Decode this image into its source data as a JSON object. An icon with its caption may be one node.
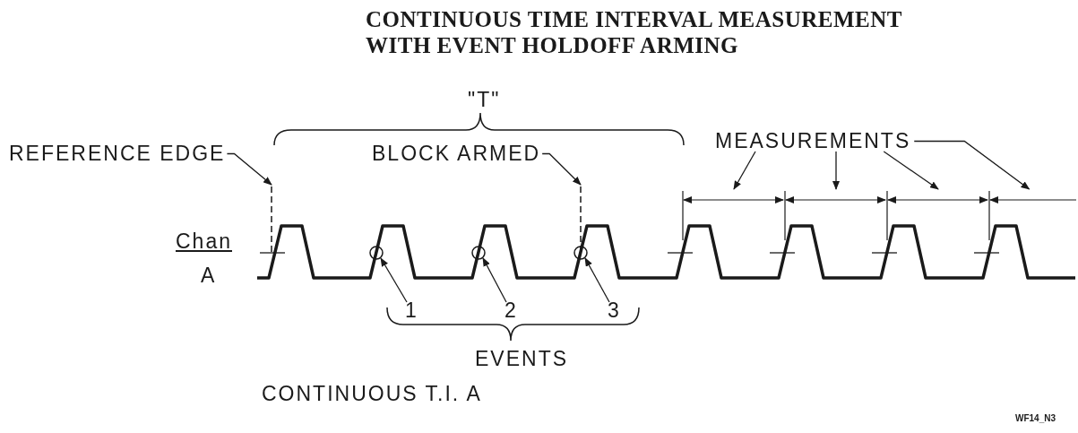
{
  "diagram": {
    "title": "CONTINUOUS TIME INTERVAL MEASUREMENT WITH EVENT HOLDOFF ARMING",
    "caption": "CONTINUOUS T.I. A",
    "nodes": [
      {
        "text": [
          "REFERENCE EDGE"
        ]
      },
      {
        "text": [],
        "shape": "line"
      },
      {
        "text": [
          "BLOCK ARMED"
        ]
      },
      {
        "text": [],
        "shape": "line"
      },
      {
        "text": [
          "1"
        ]
      },
      {
        "text": [],
        "shape": "circle"
      },
      {
        "text": [
          "2"
        ]
      },
      {
        "text": [],
        "shape": "circle"
      },
      {
        "text": [
          "3"
        ]
      },
      {
        "text": [],
        "shape": "circle"
      },
      {
        "text": [
          "MEASUREMENTS"
        ]
      },
      {
        "text": [],
        "shape": "line"
      },
      {
        "text": [],
        "shape": "line"
      },
      {
        "text": [],
        "shape": "line"
      },
      {
        "text": [],
        "shape": "line"
      }
    ],
    "edges": [
      {
        "from": 0,
        "to": 1,
        "arrow": "to"
      },
      {
        "from": 2,
        "to": 3,
        "arrow": "to"
      },
      {
        "from": 4,
        "to": 5,
        "arrow": "to"
      },
      {
        "from": 6,
        "to": 7,
        "arrow": "to"
      },
      {
        "from": 8,
        "to": 9,
        "arrow": "to"
      },
      {
        "from": 10,
        "to": 11,
        "arrow": "to"
      },
      {
        "from": 10,
        "to": 12,
        "arrow": "to"
      },
      {
        "from": 10,
        "to": 13,
        "arrow": "to"
      },
      {
        "from": 10,
        "to": 14,
        "arrow": "to"
      }
    ],
    "labels": [
      "\"T\"",
      "Chan",
      "A",
      "EVENTS",
      "WF14_N3"
    ]
  }
}
